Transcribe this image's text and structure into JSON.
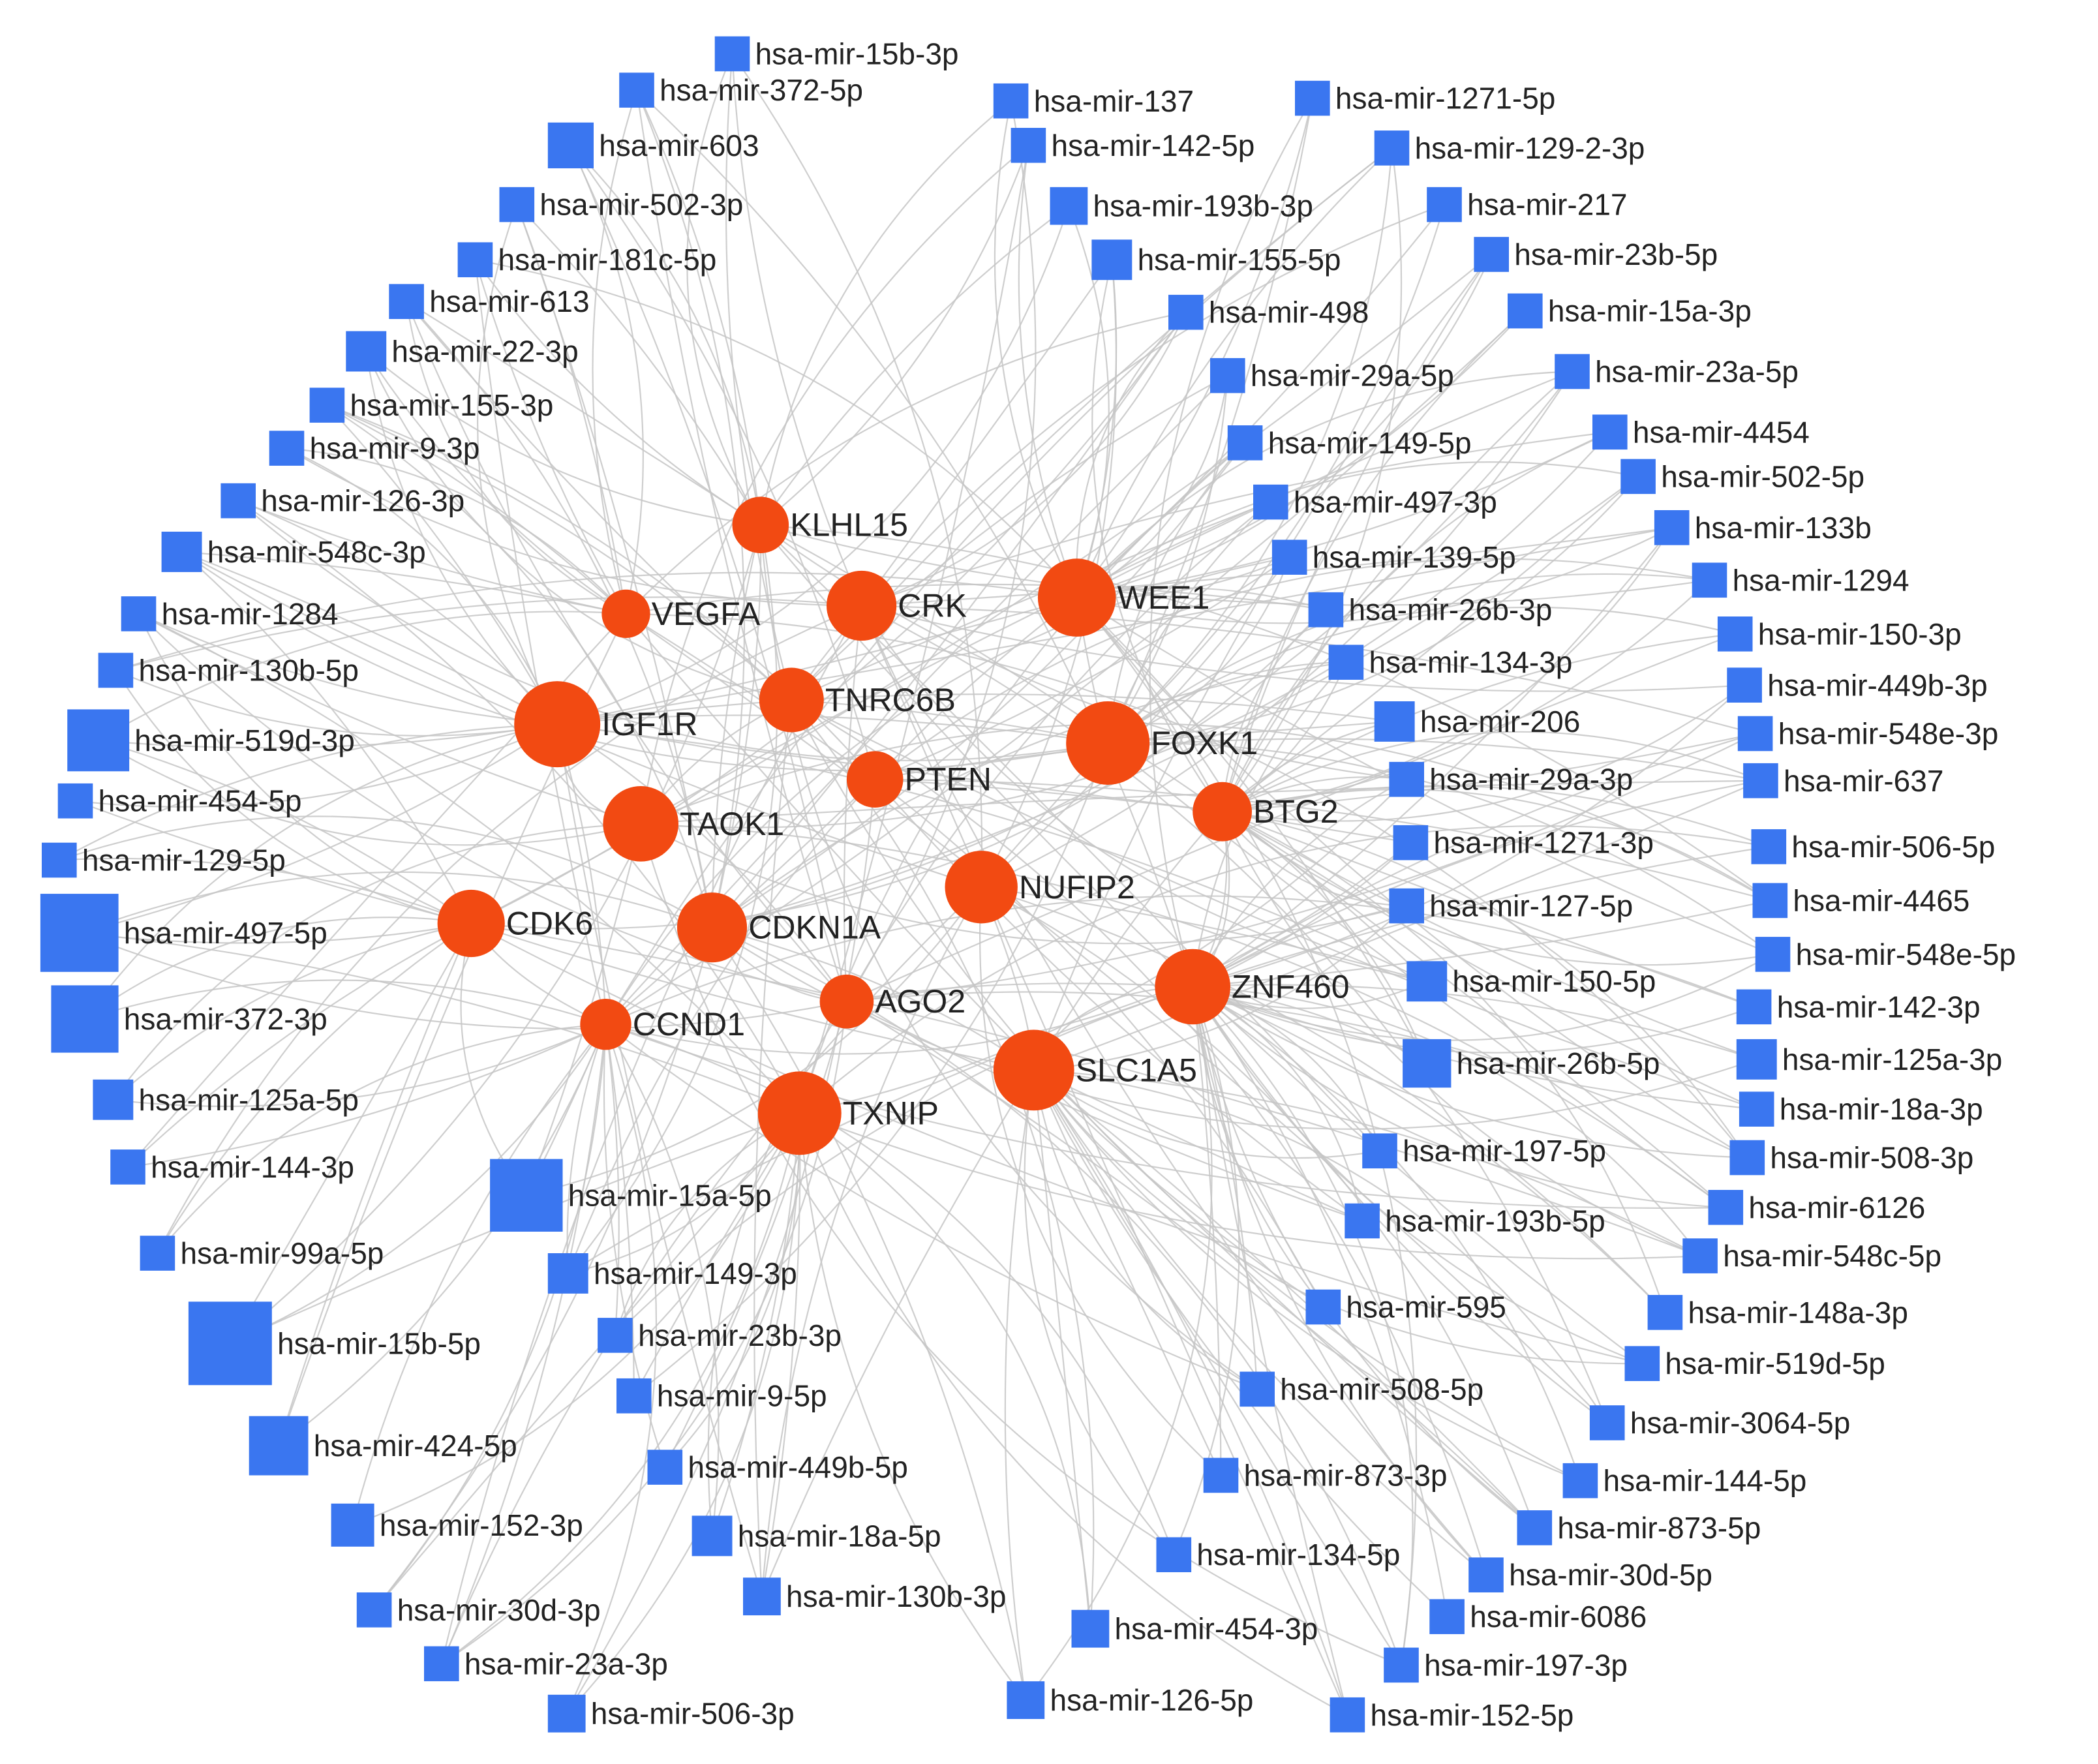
{
  "colors": {
    "gene": "#f24a12",
    "mirna": "#3a76f0",
    "edge": "#c6c6c6",
    "text": "#222222"
  },
  "node_shapes": {
    "gene": "circle",
    "mirna": "square"
  },
  "genes": [
    "KLHL15",
    "VEGFA",
    "CRK",
    "WEE1",
    "IGF1R",
    "TNRC6B",
    "FOXK1",
    "PTEN",
    "TAOK1",
    "BTG2",
    "CDK6",
    "NUFIP2",
    "CDKN1A",
    "ZNF460",
    "AGO2",
    "CCND1",
    "SLC1A5",
    "TXNIP"
  ],
  "mirnas": [
    "hsa-mir-15b-3p",
    "hsa-mir-372-5p",
    "hsa-mir-137",
    "hsa-mir-1271-5p",
    "hsa-mir-603",
    "hsa-mir-142-5p",
    "hsa-mir-129-2-3p",
    "hsa-mir-502-3p",
    "hsa-mir-193b-3p",
    "hsa-mir-217",
    "hsa-mir-181c-5p",
    "hsa-mir-155-5p",
    "hsa-mir-23b-5p",
    "hsa-mir-613",
    "hsa-mir-498",
    "hsa-mir-15a-3p",
    "hsa-mir-22-3p",
    "hsa-mir-29a-5p",
    "hsa-mir-23a-5p",
    "hsa-mir-155-3p",
    "hsa-mir-149-5p",
    "hsa-mir-4454",
    "hsa-mir-9-3p",
    "hsa-mir-502-5p",
    "hsa-mir-126-3p",
    "hsa-mir-497-3p",
    "hsa-mir-133b",
    "hsa-mir-548c-3p",
    "hsa-mir-139-5p",
    "hsa-mir-1294",
    "hsa-mir-1284",
    "hsa-mir-26b-3p",
    "hsa-mir-150-3p",
    "hsa-mir-130b-5p",
    "hsa-mir-134-3p",
    "hsa-mir-449b-3p",
    "hsa-mir-519d-3p",
    "hsa-mir-206",
    "hsa-mir-548e-3p",
    "hsa-mir-454-5p",
    "hsa-mir-29a-3p",
    "hsa-mir-637",
    "hsa-mir-129-5p",
    "hsa-mir-1271-3p",
    "hsa-mir-506-5p",
    "hsa-mir-497-5p",
    "hsa-mir-127-5p",
    "hsa-mir-4465",
    "hsa-mir-548e-5p",
    "hsa-mir-150-5p",
    "hsa-mir-372-3p",
    "hsa-mir-142-3p",
    "hsa-mir-125a-3p",
    "hsa-mir-26b-5p",
    "hsa-mir-125a-5p",
    "hsa-mir-18a-3p",
    "hsa-mir-197-5p",
    "hsa-mir-508-3p",
    "hsa-mir-144-3p",
    "hsa-mir-15a-5p",
    "hsa-mir-6126",
    "hsa-mir-193b-5p",
    "hsa-mir-548c-5p",
    "hsa-mir-99a-5p",
    "hsa-mir-149-3p",
    "hsa-mir-595",
    "hsa-mir-148a-3p",
    "hsa-mir-23b-3p",
    "hsa-mir-15b-5p",
    "hsa-mir-519d-5p",
    "hsa-mir-9-5p",
    "hsa-mir-508-5p",
    "hsa-mir-3064-5p",
    "hsa-mir-424-5p",
    "hsa-mir-449b-5p",
    "hsa-mir-873-3p",
    "hsa-mir-144-5p",
    "hsa-mir-18a-5p",
    "hsa-mir-873-5p",
    "hsa-mir-152-3p",
    "hsa-mir-134-5p",
    "hsa-mir-30d-5p",
    "hsa-mir-130b-3p",
    "hsa-mir-6086",
    "hsa-mir-30d-3p",
    "hsa-mir-454-3p",
    "hsa-mir-197-3p",
    "hsa-mir-23a-3p",
    "hsa-mir-126-5p",
    "hsa-mir-506-3p",
    "hsa-mir-152-5p"
  ]
}
